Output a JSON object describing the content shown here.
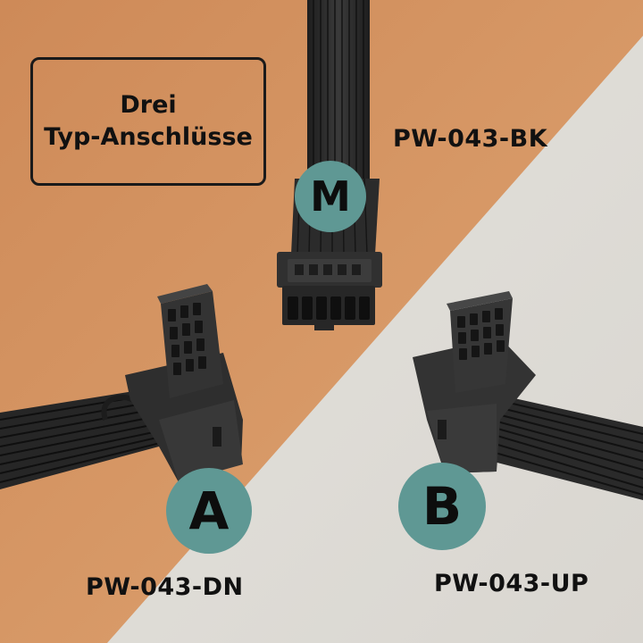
{
  "title": {
    "line1": "Drei",
    "line2": "Typ-Anschlüsse"
  },
  "connectors": {
    "m": {
      "badge": "M",
      "code": "PW-043-BK"
    },
    "a": {
      "badge": "A",
      "code": "PW-043-DN"
    },
    "b": {
      "badge": "B",
      "code": "PW-043-UP"
    }
  },
  "colors": {
    "background_top": "#D4925E",
    "background_bottom": "#E6E4DF",
    "badge_fill": "#5F9894",
    "cable": "#2A2A2A",
    "text": "#111111"
  }
}
